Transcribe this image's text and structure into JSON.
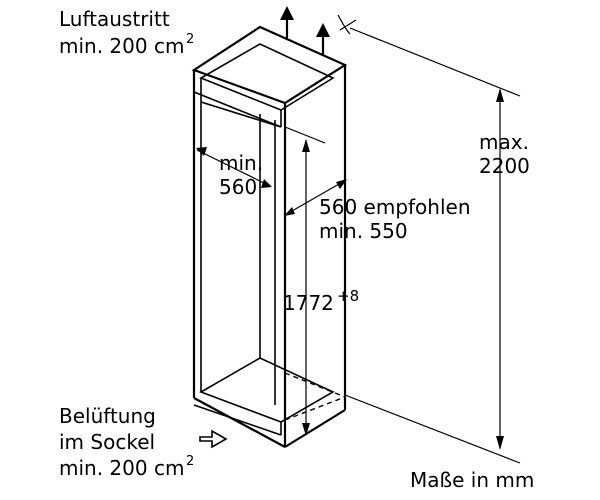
{
  "labels": {
    "air_outlet_title": "Luftaustritt",
    "air_outlet_min": "min. 200 cm",
    "air_outlet_exp": "2",
    "max_label": "max.",
    "max_value": "2200",
    "width_min_label": "min.",
    "width_min_value": "560",
    "depth_recommended": "560 empfohlen",
    "depth_min": "min. 550",
    "height_value": "1772",
    "height_tolerance": "+8",
    "vent_title": "Belüftung",
    "vent_sub": "im Sockel",
    "vent_min": "min. 200 cm",
    "vent_exp": "2",
    "units_note": "Maße in mm"
  }
}
